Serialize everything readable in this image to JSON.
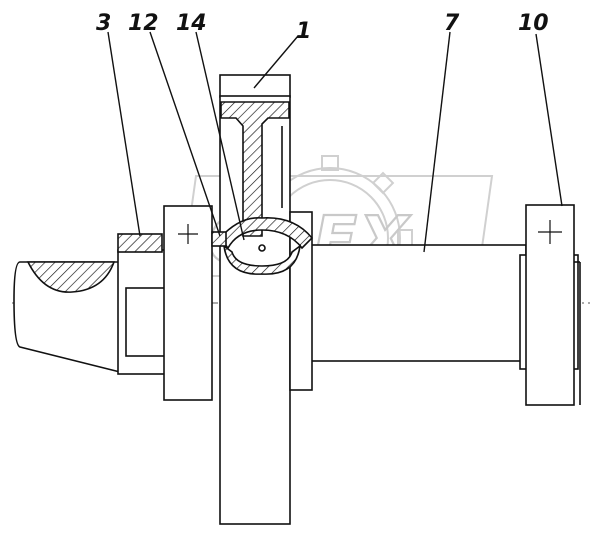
{
  "callouts": [
    {
      "id": "c3",
      "label": "3"
    },
    {
      "id": "c12",
      "label": "12"
    },
    {
      "id": "c14",
      "label": "14"
    },
    {
      "id": "c1",
      "label": "1"
    },
    {
      "id": "c7",
      "label": "7"
    },
    {
      "id": "c10",
      "label": "10"
    }
  ],
  "watermark": {
    "text": "OPEX",
    "color": "#c9c9c9"
  },
  "colors": {
    "line": "#111111",
    "background": "#ffffff"
  }
}
